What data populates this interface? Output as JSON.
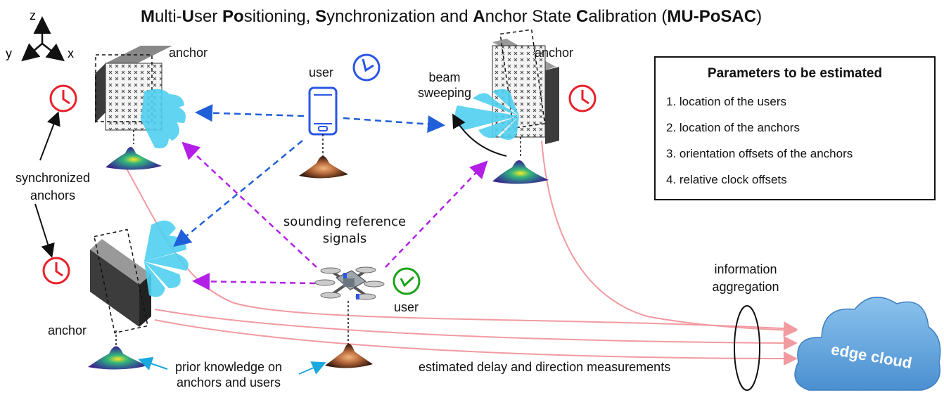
{
  "title": {
    "parts": [
      {
        "t": "M",
        "b": true
      },
      {
        "t": "ulti-",
        "b": false
      },
      {
        "t": "U",
        "b": true
      },
      {
        "t": "ser ",
        "b": false
      },
      {
        "t": "Po",
        "b": true
      },
      {
        "t": "sitioning, ",
        "b": false
      },
      {
        "t": "S",
        "b": true
      },
      {
        "t": "ynchronization and ",
        "b": false
      },
      {
        "t": "A",
        "b": true
      },
      {
        "t": "nchor State ",
        "b": false
      },
      {
        "t": "C",
        "b": true
      },
      {
        "t": "alibration (",
        "b": false
      },
      {
        "t": "MU-PoSAC",
        "b": true
      },
      {
        "t": ")",
        "b": false
      }
    ]
  },
  "axes": {
    "z": "z",
    "y": "y",
    "x": "x"
  },
  "labels": {
    "anchor_tl": "anchor",
    "anchor_tr": "anchor",
    "anchor_bl": "anchor",
    "user_phone": "user",
    "user_drone": "user",
    "beam": "beam",
    "sweeping": "sweeping",
    "synchronized": "synchronized",
    "anchors": "anchors",
    "sounding1": "sounding reference",
    "sounding2": "signals",
    "info1": "information",
    "info2": "aggregation",
    "prior1": "prior knowledge on",
    "prior2": "anchors and users",
    "estimated": "estimated delay and direction measurements",
    "edge_cloud": "edge cloud"
  },
  "parameters": {
    "title": "Parameters to be estimated",
    "items": [
      "1. location of the users",
      "2. location of the anchors",
      "3. orientation offsets of the anchors",
      "4. relative clock offsets"
    ]
  },
  "colors": {
    "clock_red": "#e8212b",
    "clock_blue": "#2a56e6",
    "clock_green": "#1aa31a",
    "blue_arrow": "#1f5fd8",
    "purple_arrow": "#b31fe6",
    "pink_line": "#f19aa0",
    "beam": "#4fd0f0",
    "cloud": "#5fa4df",
    "light_blue_arrow": "#1aa8e0"
  }
}
